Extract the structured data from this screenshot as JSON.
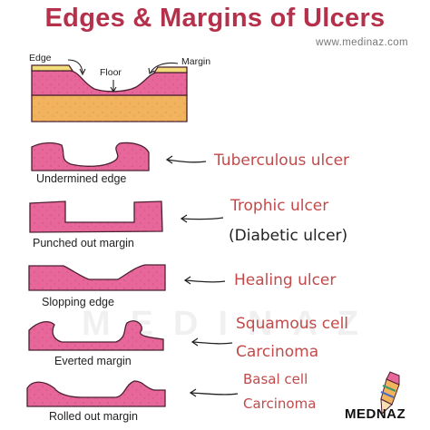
{
  "title": "Edges & Margins of Ulcers",
  "website": "www.medinaz.com",
  "top_diagram": {
    "edge": "Edge",
    "floor": "Floor",
    "margin": "Margin"
  },
  "shapes": [
    {
      "caption": "Undermined edge",
      "ulcer": "Tuberculous ulcer"
    },
    {
      "caption": "Punched out margin",
      "ulcer": "Trophic ulcer",
      "ulcer_note": "(Diabetic ulcer)"
    },
    {
      "caption": "Slopping edge",
      "ulcer": "Healing ulcer"
    },
    {
      "caption": "Everted margin",
      "ulcer_line1": "Squamous cell",
      "ulcer_line2": "Carcinoma"
    },
    {
      "caption": "Rolled out margin",
      "ulcer_line1": "Basal cell",
      "ulcer_line2": "Carcinoma"
    }
  ],
  "watermark": "MEDINAZ",
  "logo": "MEDNAZ",
  "colors": {
    "title": "#b5304a",
    "tissue": "#e8679a",
    "tissue_outline": "#4a2030",
    "base_layer": "#f1b35e",
    "top_layer": "#f3dc7a",
    "ulcer_text": "#c24a4a"
  }
}
